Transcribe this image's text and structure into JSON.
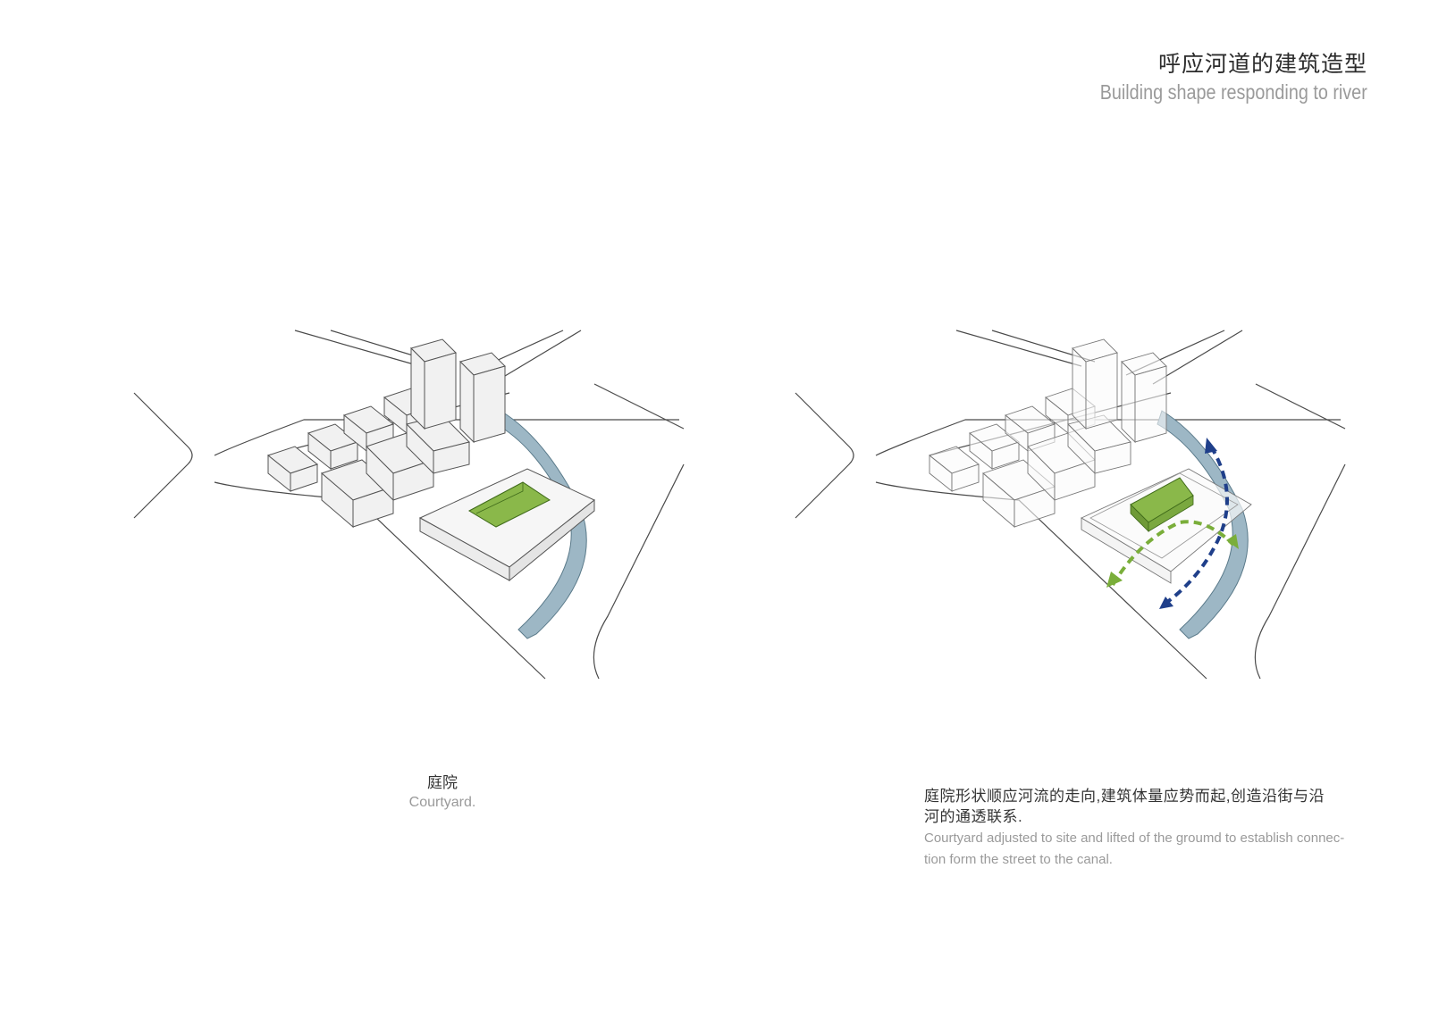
{
  "header": {
    "title_cn": "呼应河道的建筑造型",
    "title_en": "Building  shape responding to river"
  },
  "left_panel": {
    "caption_cn": "庭院",
    "caption_en": "Courtyard."
  },
  "right_panel": {
    "caption_cn_1": "庭院形状顺应河流的走向,建筑体量应势而起,创造沿街与沿",
    "caption_cn_2": "河的通透联系.",
    "caption_en_1": "Courtyard adjusted to site and lifted of the groumd to establish connec-",
    "caption_en_2": "tion form the street to the canal."
  },
  "colors": {
    "river": "#9db7c5",
    "courtyard_green": "#8ab84a",
    "arrow_blue": "#1f3f8a",
    "arrow_green": "#7aae3a",
    "block_fill": "#f1f1f1",
    "line": "#4a4a4a"
  }
}
